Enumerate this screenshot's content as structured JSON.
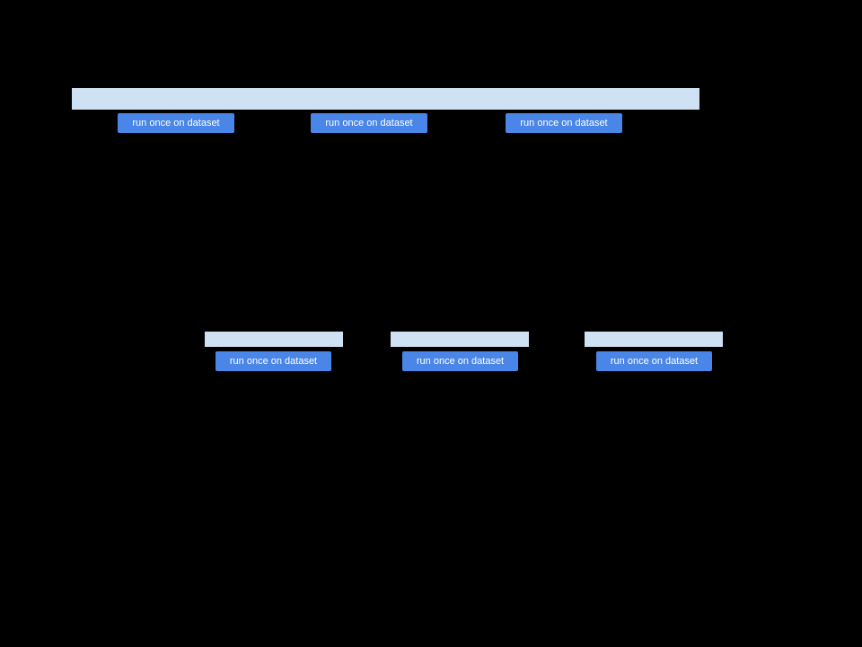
{
  "colors": {
    "canvas_bg": "#000000",
    "bar_fill": "#cfe2f3",
    "button_fill": "#4a86e8",
    "button_text": "#ffffff"
  },
  "top": {
    "buttons": [
      {
        "label": "run once on dataset"
      },
      {
        "label": "run once on dataset"
      },
      {
        "label": "run once on dataset"
      }
    ]
  },
  "middle": {
    "groups": [
      {
        "button_label": "run once on dataset"
      },
      {
        "button_label": "run once on dataset"
      },
      {
        "button_label": "run once on dataset"
      }
    ]
  }
}
